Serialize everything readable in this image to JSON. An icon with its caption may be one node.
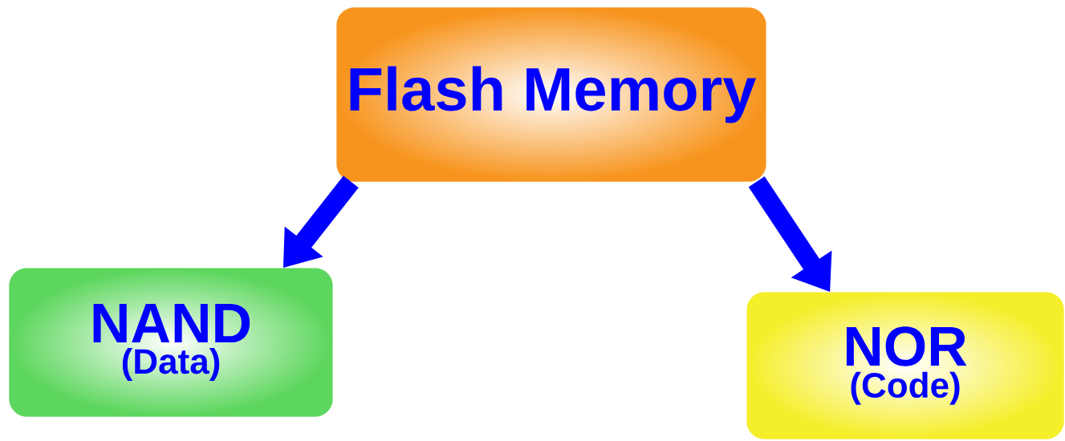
{
  "diagram": {
    "nodes": [
      {
        "text": [
          "Flash Memory"
        ]
      },
      {
        "text": [
          "NAND",
          "(Data)"
        ]
      },
      {
        "text": [
          "NOR",
          "(Code)"
        ]
      }
    ],
    "edges": [
      {
        "from": 0,
        "to": 1,
        "arrow": "to"
      },
      {
        "from": 0,
        "to": 2,
        "arrow": "to"
      }
    ]
  }
}
